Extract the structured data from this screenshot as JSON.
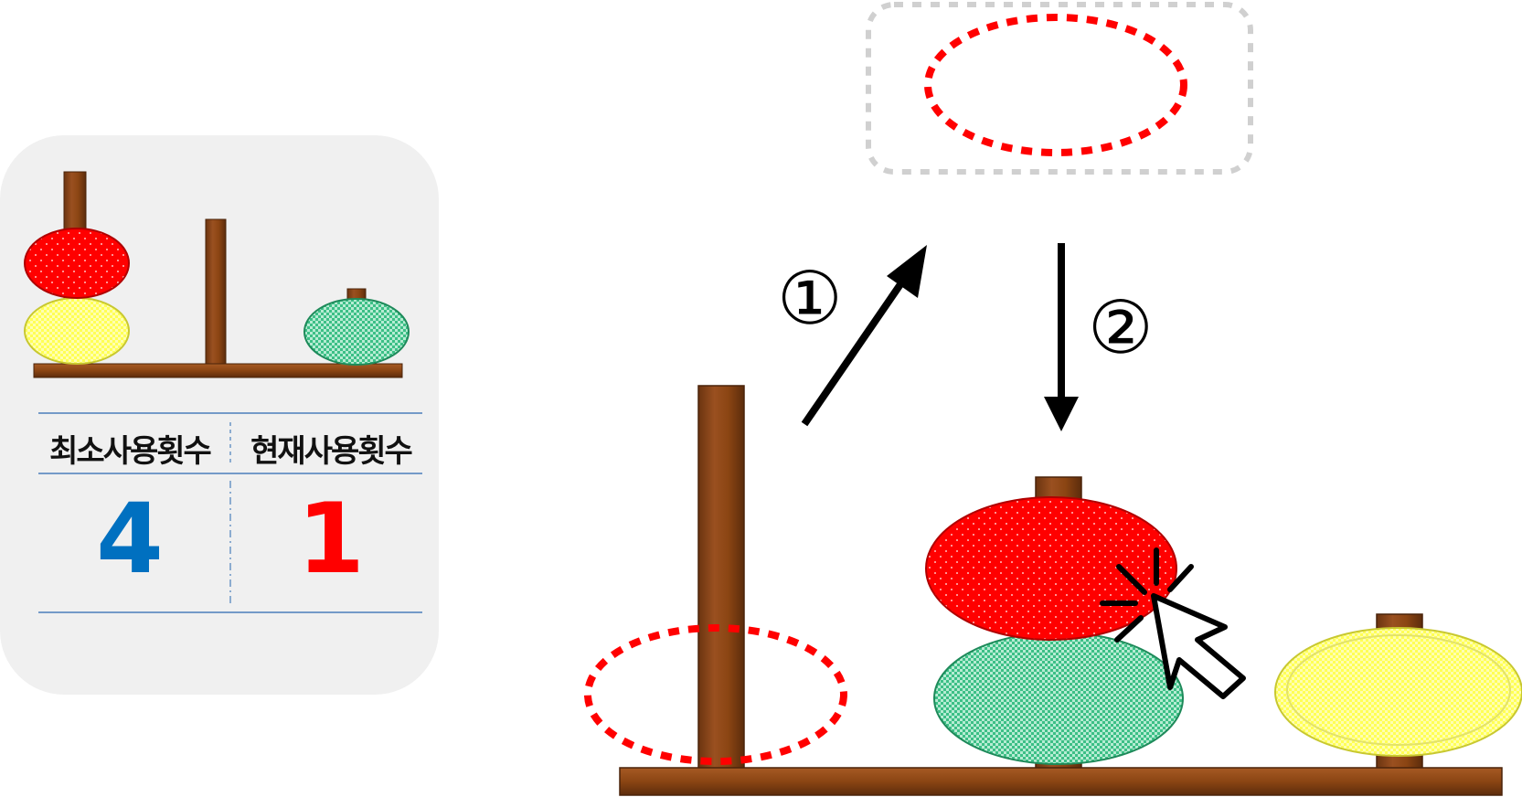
{
  "counter": {
    "min_label": "최소사용횟수",
    "current_label": "현재사용횟수",
    "min_value": "4",
    "current_value": "1",
    "min_color": "#0070c0",
    "current_color": "#ff0000"
  },
  "steps": {
    "step1": "①",
    "step2": "②"
  },
  "colors": {
    "wood": "#8b4513",
    "disc_red": "#ff0000",
    "disc_green": "#2db37a",
    "disc_yellow": "#ffff66",
    "outline_red": "#ff0000",
    "outline_gray": "#d0d0d0"
  },
  "icons": {
    "cursor": "pointer-cursor-icon",
    "click": "click-burst-icon",
    "arrow_up": "arrow-up-right-icon",
    "arrow_down": "arrow-down-icon"
  }
}
